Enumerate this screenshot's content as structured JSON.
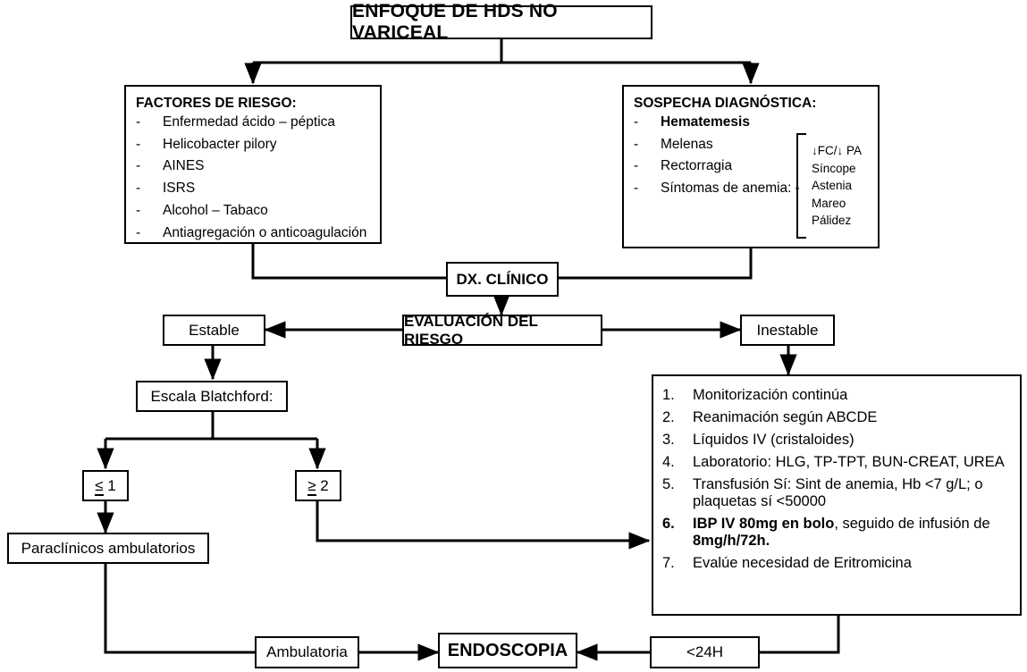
{
  "title": {
    "text": "ENFOQUE DE HDS NO VARICEAL"
  },
  "risk_factors": {
    "heading": "FACTORES DE RIESGO:",
    "bullet": "-",
    "items": [
      "Enfermedad ácido – péptica",
      "Helicobacter pilory",
      "AINES",
      "ISRS",
      "Alcohol – Tabaco",
      "Antiagregación o anticoagulación"
    ]
  },
  "diagnostic_suspicion": {
    "heading": "SOSPECHA DIAGNÓSTICA:",
    "bullet": "-",
    "items": [
      {
        "label": "Hematemesis",
        "bold": true
      },
      {
        "label": "Melenas",
        "bold": false
      },
      {
        "label": "Rectorragia",
        "bold": false
      },
      {
        "label": "Síntomas de anemia:",
        "bold": false
      }
    ],
    "anemia_connector": "-",
    "anemia_symptoms": [
      "↓FC/↓ PA",
      "Síncope",
      "Astenia",
      "Mareo",
      "Pálidez"
    ]
  },
  "dx_clinico": {
    "label": "DX. CLÍNICO"
  },
  "risk_evaluation": {
    "label": "EVALUACIÓN DEL RIESGO"
  },
  "stable": {
    "label": "Estable"
  },
  "unstable": {
    "label": "Inestable"
  },
  "blatchford": {
    "label": "Escala Blatchford:"
  },
  "score_low": {
    "symbol": "≤",
    "value": "1"
  },
  "score_high": {
    "symbol": "≥",
    "value": "2"
  },
  "outpatient_tests": {
    "label": "Paraclínicos ambulatorios"
  },
  "management": {
    "items": [
      {
        "num": "1.",
        "html": "Monitorización continúa"
      },
      {
        "num": "2.",
        "html": "Reanimación según ABCDE"
      },
      {
        "num": "3.",
        "html": "Líquidos IV (cristaloides)"
      },
      {
        "num": "4.",
        "html": "Laboratorio: HLG, TP-TPT, BUN-CREAT, UREA"
      },
      {
        "num": "5.",
        "html": "Transfusión Sí: Sint de anemia, Hb &lt;7 g/L; o plaquetas sí &lt;50000"
      },
      {
        "num": "6.",
        "html": "<b>IBP IV 80mg en bolo</b>, seguido de infusión de <b>8mg/h/72h.</b>"
      },
      {
        "num": "7.",
        "html": "Evalúe necesidad de Eritromicina"
      }
    ]
  },
  "ambulatory": {
    "label": "Ambulatoria"
  },
  "endoscopy": {
    "label": "ENDOSCOPIA"
  },
  "within_24h": {
    "label": "<24H"
  },
  "colors": {
    "line": "#000000",
    "background": "#ffffff",
    "text": "#000000"
  }
}
